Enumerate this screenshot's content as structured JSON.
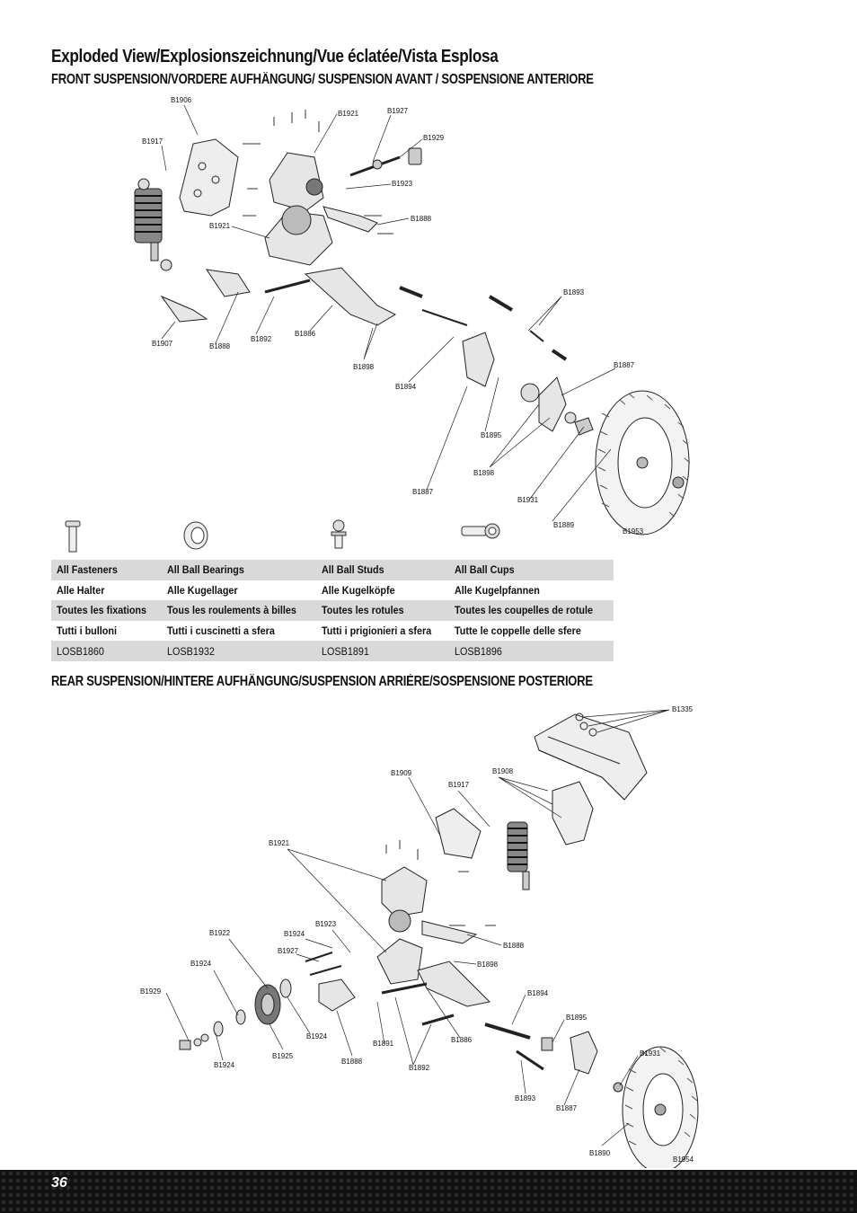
{
  "page": {
    "title": "Exploded View/Explosionszeichnung/Vue éclatée/Vista Esplosa",
    "front_heading": "FRONT SUSPENSION/VORDERE AUFHÄNGUNG/ SUSPENSION AVANT / SOSPENSIONE ANTERIORE",
    "rear_heading": "REAR SUSPENSION/HINTERE AUFHÄNGUNG/SUSPENSION ARRIÈRE/SOSPENSIONE POSTERIORE",
    "page_number": "36"
  },
  "front_callouts": [
    "B1906",
    "B1921",
    "B1927",
    "B1929",
    "B1917",
    "B1923",
    "B1921",
    "B1888",
    "B1893",
    "B1887",
    "B1907",
    "B1888",
    "B1892",
    "B1886",
    "B1898",
    "B1894",
    "B1895",
    "B1898",
    "B1887",
    "B1931",
    "B1889",
    "B1953"
  ],
  "parts_table": {
    "icons": [
      "fastener-icon",
      "ball-bearing-icon",
      "ball-stud-icon",
      "ball-cup-icon"
    ],
    "rows": [
      [
        "All Fasteners",
        "All Ball Bearings",
        "All Ball Studs",
        "All Ball Cups"
      ],
      [
        "Alle Halter",
        "Alle Kugellager",
        "Alle Kugelköpfe",
        "Alle Kugelpfannen"
      ],
      [
        "Toutes les fixations",
        "Tous les roulements à billes",
        "Toutes les rotules",
        "Toutes les coupelles de rotule"
      ],
      [
        "Tutti i bulloni",
        "Tutti i cuscinetti a sfera",
        "Tutti i prigionieri a sfera",
        "Tutte le coppelle delle sfere"
      ],
      [
        "LOSB1860",
        "LOSB1932",
        "LOSB1891",
        "LOSB1896"
      ]
    ]
  },
  "rear_callouts": [
    "B1335",
    "B1909",
    "B1908",
    "B1917",
    "B1921",
    "B1922",
    "B1923",
    "B1924",
    "B1927",
    "B1888",
    "B1898",
    "B1924",
    "B1929",
    "B1894",
    "B1895",
    "B1924",
    "B1924",
    "B1925",
    "B1891",
    "B1886",
    "B1888",
    "B1892",
    "B1931",
    "B1893",
    "B1887",
    "B1890",
    "B1954"
  ]
}
